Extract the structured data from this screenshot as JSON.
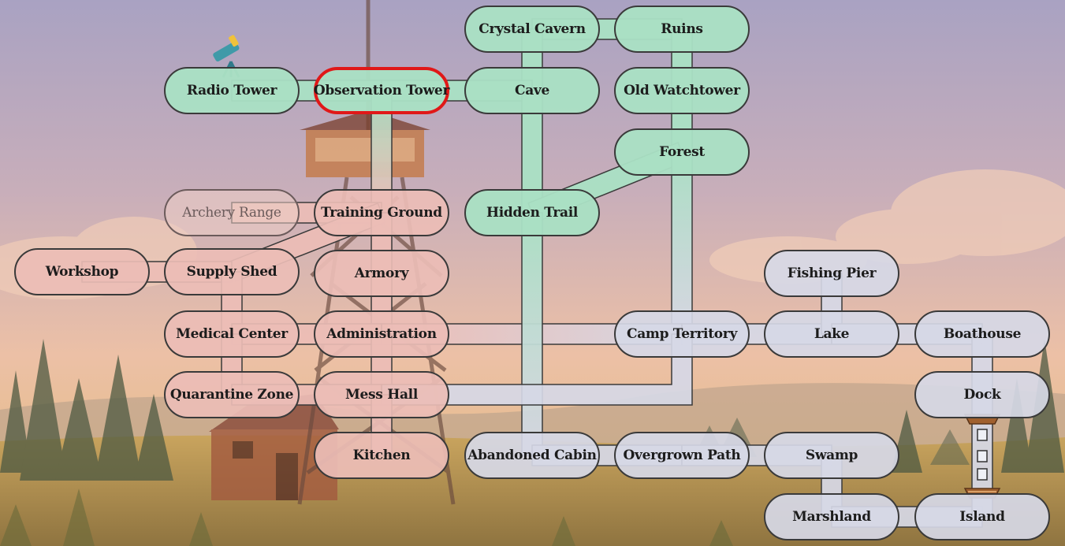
{
  "colors": {
    "green_fill": "#aae0c4",
    "pink_fill": "#ecbdb6",
    "gray_fill": "#d6d8e6",
    "selected_border": "#e01818",
    "border": "#3a3a3a"
  },
  "selected_location": "Observation Tower",
  "map": {
    "locations": {
      "crystal_cavern": {
        "label": "Crystal Cavern"
      },
      "ruins": {
        "label": "Ruins"
      },
      "radio_tower": {
        "label": "Radio Tower"
      },
      "observation_tower": {
        "label": "Observation Tower"
      },
      "cave": {
        "label": "Cave"
      },
      "old_watchtower": {
        "label": "Old Watchtower"
      },
      "forest": {
        "label": "Forest"
      },
      "archery_range": {
        "label": "Archery Range"
      },
      "training_ground": {
        "label": "Training Ground"
      },
      "hidden_trail": {
        "label": "Hidden Trail"
      },
      "workshop": {
        "label": "Workshop"
      },
      "supply_shed": {
        "label": "Supply Shed"
      },
      "armory": {
        "label": "Armory"
      },
      "fishing_pier": {
        "label": "Fishing Pier"
      },
      "medical_center": {
        "label": "Medical Center"
      },
      "administration": {
        "label": "Administration"
      },
      "camp_territory": {
        "label": "Camp Territory"
      },
      "lake": {
        "label": "Lake"
      },
      "boathouse": {
        "label": "Boathouse"
      },
      "quarantine_zone": {
        "label": "Quarantine Zone"
      },
      "mess_hall": {
        "label": "Mess Hall"
      },
      "dock": {
        "label": "Dock"
      },
      "kitchen": {
        "label": "Kitchen"
      },
      "abandoned_cabin": {
        "label": "Abandoned Cabin"
      },
      "overgrown_path": {
        "label": "Overgrown Path"
      },
      "swamp": {
        "label": "Swamp"
      },
      "marshland": {
        "label": "Marshland"
      },
      "island": {
        "label": "Island"
      }
    },
    "connections": [
      [
        "crystal_cavern",
        "ruins"
      ],
      [
        "crystal_cavern",
        "cave"
      ],
      [
        "ruins",
        "old_watchtower"
      ],
      [
        "radio_tower",
        "observation_tower"
      ],
      [
        "observation_tower",
        "cave"
      ],
      [
        "observation_tower",
        "training_ground"
      ],
      [
        "cave",
        "hidden_trail"
      ],
      [
        "old_watchtower",
        "forest"
      ],
      [
        "forest",
        "hidden_trail"
      ],
      [
        "forest",
        "camp_territory"
      ],
      [
        "archery_range",
        "training_ground"
      ],
      [
        "training_ground",
        "supply_shed"
      ],
      [
        "training_ground",
        "armory"
      ],
      [
        "workshop",
        "supply_shed"
      ],
      [
        "supply_shed",
        "medical_center"
      ],
      [
        "armory",
        "administration"
      ],
      [
        "medical_center",
        "administration"
      ],
      [
        "medical_center",
        "quarantine_zone"
      ],
      [
        "administration",
        "camp_territory"
      ],
      [
        "administration",
        "mess_hall"
      ],
      [
        "hidden_trail",
        "abandoned_cabin"
      ],
      [
        "camp_territory",
        "lake"
      ],
      [
        "camp_territory",
        "mess_hall"
      ],
      [
        "fishing_pier",
        "lake"
      ],
      [
        "lake",
        "boathouse"
      ],
      [
        "boathouse",
        "dock"
      ],
      [
        "quarantine_zone",
        "mess_hall"
      ],
      [
        "mess_hall",
        "kitchen"
      ],
      [
        "abandoned_cabin",
        "overgrown_path"
      ],
      [
        "overgrown_path",
        "swamp"
      ],
      [
        "swamp",
        "marshland"
      ],
      [
        "marshland",
        "island"
      ],
      [
        "dock",
        "island"
      ]
    ]
  }
}
